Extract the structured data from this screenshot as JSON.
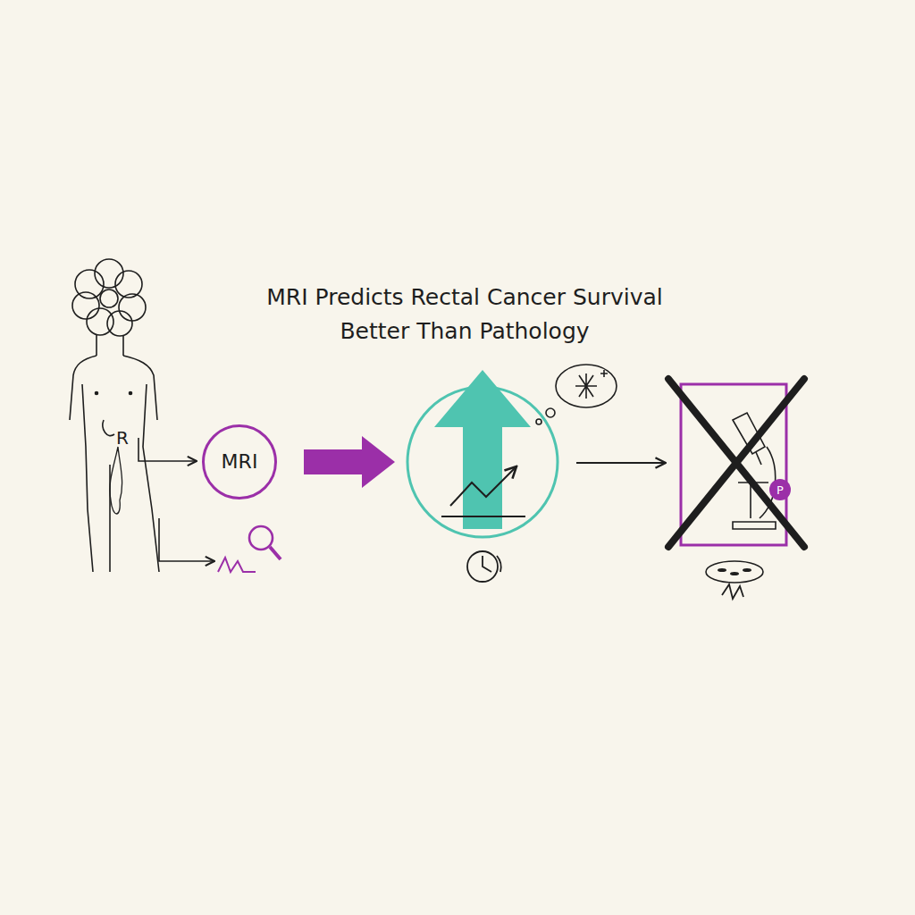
{
  "diagram": {
    "title": "MRI Predicts Rectal Cancer Survival Better Than Pathology",
    "nodes": [
      {
        "text": [
          "MRI"
        ]
      },
      {
        "text": [
          "P"
        ]
      }
    ],
    "labels": [
      "R"
    ]
  }
}
